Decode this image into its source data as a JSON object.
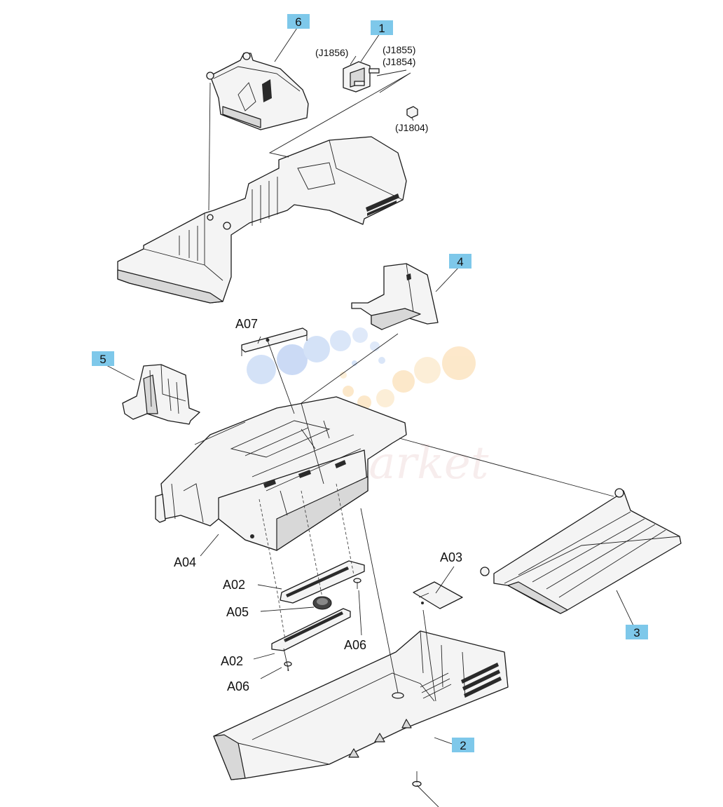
{
  "callouts": {
    "c1": "1",
    "c2": "2",
    "c3": "3",
    "c4": "4",
    "c5": "5",
    "c6": "6"
  },
  "connectors": {
    "j1856": "(J1856)",
    "j1855": "(J1855)",
    "j1854": "(J1854)",
    "j1804": "(J1804)"
  },
  "labels": {
    "a07": "A07",
    "a04": "A04",
    "a02_top": "A02",
    "a05": "A05",
    "a06_right": "A06",
    "a03": "A03",
    "a02_bottom": "A02",
    "a06_bottom": "A06"
  },
  "watermark": {
    "text": "mi-Market"
  },
  "colors": {
    "callout_fill": "#7ec8ea",
    "watermark_blue": "#b8cff3",
    "watermark_orange": "#fbd9a8"
  }
}
